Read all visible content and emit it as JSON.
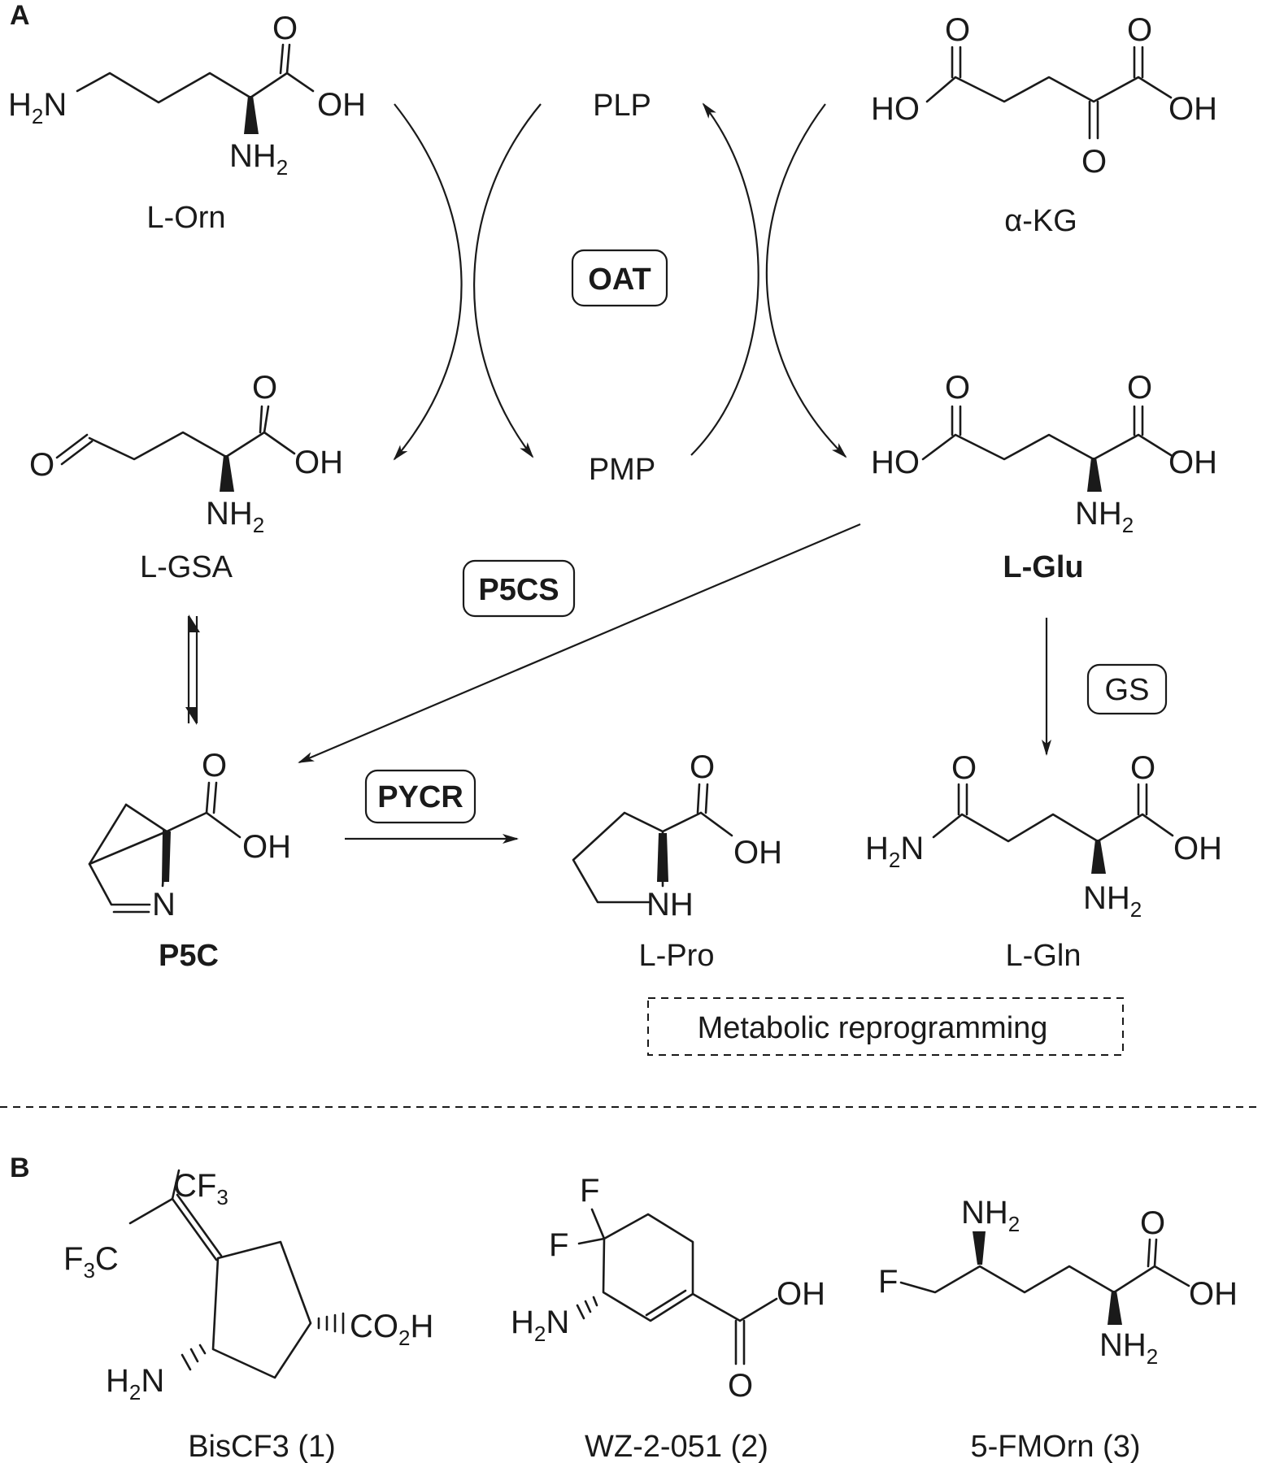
{
  "panels": {
    "a": "A",
    "b": "B"
  },
  "enzymes": {
    "oat": "OAT",
    "p5cs": "P5CS",
    "pycr": "PYCR",
    "gs": "GS"
  },
  "cofactors": {
    "plp": "PLP",
    "pmp": "PMP"
  },
  "compounds": {
    "l_orn": "L-Orn",
    "a_kg": "α-KG",
    "l_gsa": "L-GSA",
    "l_glu": "L-Glu",
    "p5c": "P5C",
    "l_pro": "L-Pro",
    "l_gln": "L-Gln"
  },
  "note": "Metabolic reprogramming",
  "inhibitors": {
    "bisCF3": "BisCF3 (1)",
    "wz": "WZ-2-051 (2)",
    "fmorn": "5-FMOrn (3)"
  },
  "atoms": {
    "O": "O",
    "OH": "OH",
    "HO": "HO",
    "H": "H",
    "N": "N",
    "NH": "NH",
    "F": "F",
    "C": "C",
    "NH_prefix": "NH",
    "H_prefix": "H",
    "CF": "CF",
    "F_prefix": "F",
    "CO": "CO",
    "sub2": "2",
    "sub3": "3"
  }
}
